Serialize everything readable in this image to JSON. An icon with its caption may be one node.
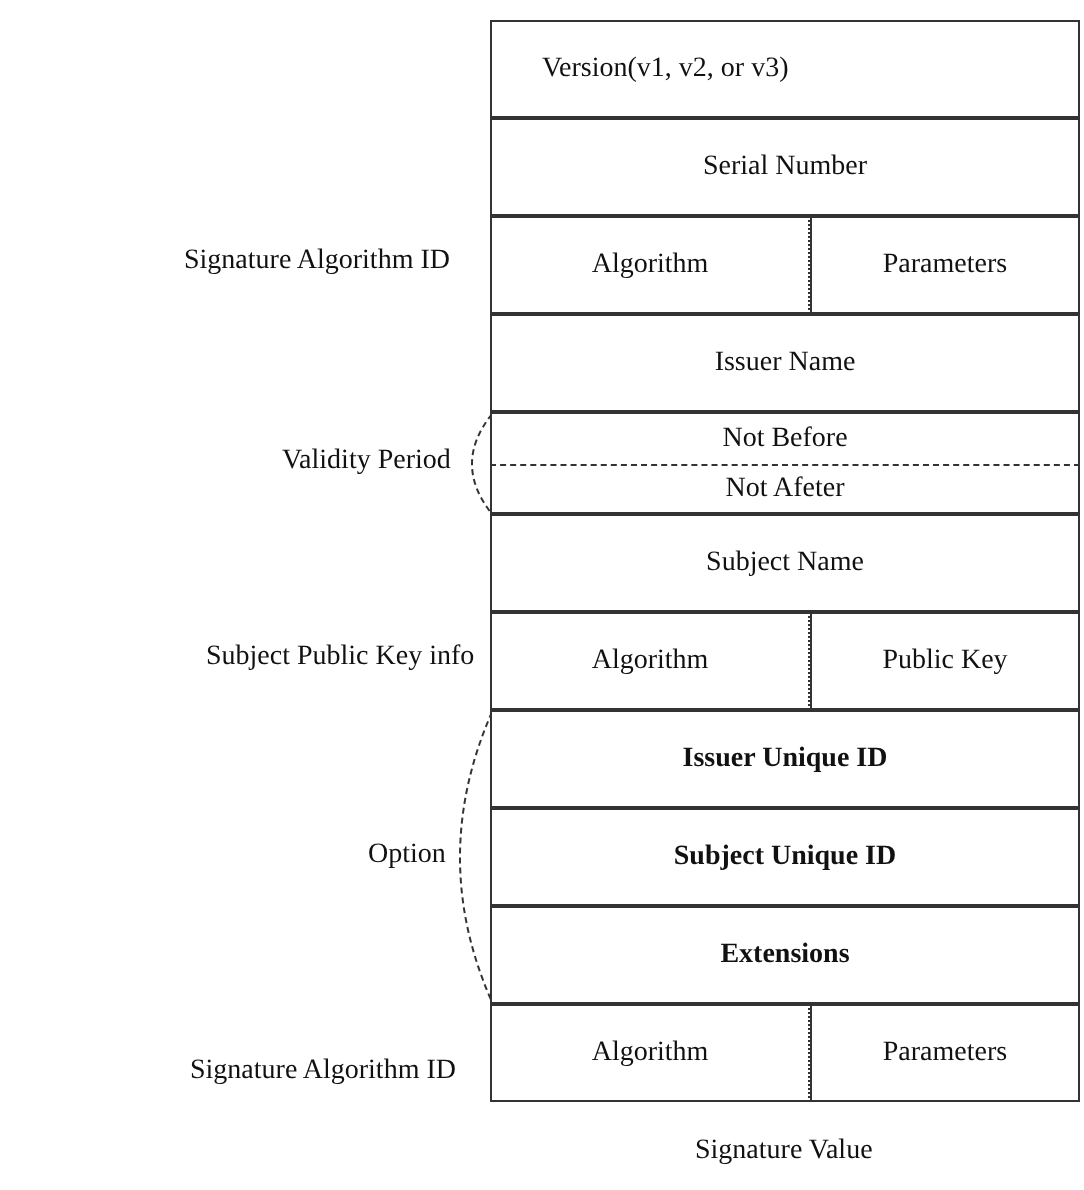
{
  "diagram": {
    "nodes": [
      {
        "text": [
          "Version(v1, v2, or v3)"
        ]
      },
      {
        "text": [
          "Serial Number"
        ]
      },
      {
        "text": [
          "Algorithm"
        ]
      },
      {
        "text": [
          "Parameters"
        ]
      },
      {
        "text": [
          "Issuer Name"
        ]
      },
      {
        "text": [
          "Not Before"
        ]
      },
      {
        "text": [
          "Not Afeter"
        ]
      },
      {
        "text": [
          "Subject Name"
        ]
      },
      {
        "text": [
          "Algorithm"
        ]
      },
      {
        "text": [
          "Public Key"
        ]
      },
      {
        "text": [
          "Issuer Unique ID"
        ]
      },
      {
        "text": [
          "Subject Unique ID"
        ]
      },
      {
        "text": [
          "Extensions"
        ]
      },
      {
        "text": [
          "Algorithm"
        ]
      },
      {
        "text": [
          "Parameters"
        ]
      }
    ],
    "edges": [],
    "labels": [
      "Signature Algorithm ID",
      "Validity Period",
      "Subject Public Key info",
      "Option",
      "Signature Algorithm ID",
      "Signature Value"
    ]
  }
}
